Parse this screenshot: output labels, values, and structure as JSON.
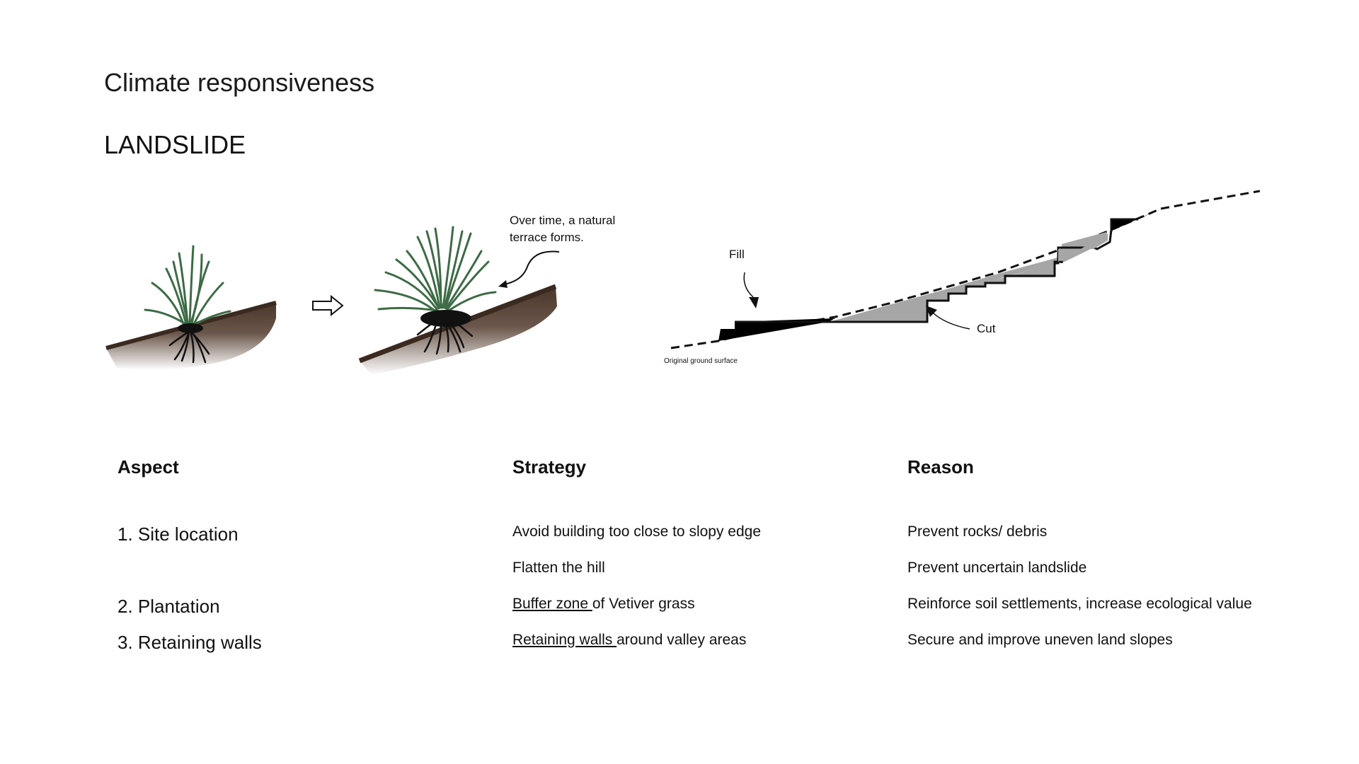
{
  "slide": {
    "title": "Climate responsiveness",
    "subtitle": "LANDSLIDE"
  },
  "illustration": {
    "terrace_note_line1": "Over time, a natural",
    "terrace_note_line2": "terrace forms.",
    "fill_label": "Fill",
    "cut_label": "Cut",
    "ground_label": "Original ground surface",
    "colors": {
      "soil": "#4a3529",
      "grass": "#3d6b45",
      "cut_fill": "#a6a6a6"
    }
  },
  "table": {
    "headers": {
      "aspect": "Aspect",
      "strategy": "Strategy",
      "reason": "Reason"
    },
    "aspects": [
      "1. Site location",
      "2. Plantation",
      "3. Retaining walls"
    ],
    "rows": [
      {
        "strategy_u": "",
        "strategy": "Avoid building too close to slopy edge",
        "reason": "Prevent rocks/ debris"
      },
      {
        "strategy_u": "",
        "strategy": "Flatten the hill",
        "reason": "Prevent uncertain landslide"
      },
      {
        "strategy_u": "Buffer zone ",
        "strategy": "of Vetiver grass",
        "reason": "Reinforce soil settlements, increase ecological value"
      },
      {
        "strategy_u": "Retaining walls ",
        "strategy": "around valley areas",
        "reason": "Secure and improve uneven land slopes"
      }
    ]
  }
}
